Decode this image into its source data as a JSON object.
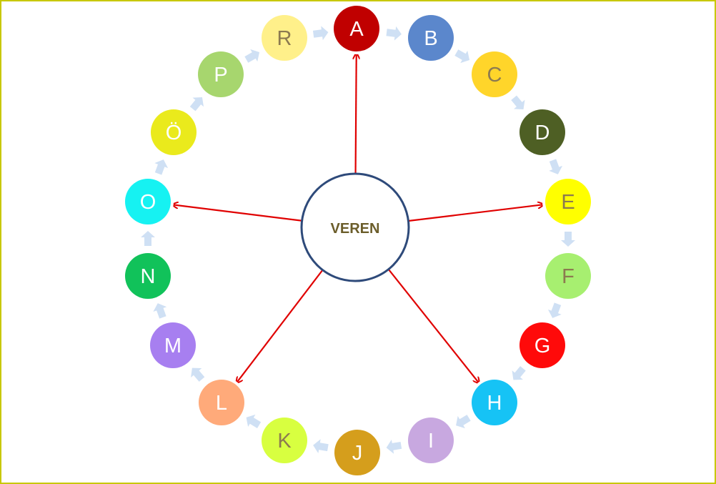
{
  "center": {
    "label": "VEREN",
    "text_color": "#6b5d2a",
    "ring_color": "#2e4a7a"
  },
  "nodes": [
    {
      "label": "A",
      "fill": "#c00000",
      "text_color": "#ffffff"
    },
    {
      "label": "B",
      "fill": "#5b87cc",
      "text_color": "#ffffff"
    },
    {
      "label": "C",
      "fill": "#ffd52a",
      "text_color": "#8c7a50"
    },
    {
      "label": "D",
      "fill": "#4e5f24",
      "text_color": "#ffffff"
    },
    {
      "label": "E",
      "fill": "#ffff00",
      "text_color": "#8c7a50"
    },
    {
      "label": "F",
      "fill": "#a7ef70",
      "text_color": "#8c7a50"
    },
    {
      "label": "G",
      "fill": "#ff0a0a",
      "text_color": "#ffffff"
    },
    {
      "label": "H",
      "fill": "#16c3f5",
      "text_color": "#ffffff"
    },
    {
      "label": "I",
      "fill": "#c8a8e0",
      "text_color": "#ffffff"
    },
    {
      "label": "J",
      "fill": "#d59e1c",
      "text_color": "#ffffff"
    },
    {
      "label": "K",
      "fill": "#d8ff40",
      "text_color": "#8c7a50"
    },
    {
      "label": "L",
      "fill": "#ffaa7a",
      "text_color": "#ffffff"
    },
    {
      "label": "M",
      "fill": "#a77ff0",
      "text_color": "#ffffff"
    },
    {
      "label": "N",
      "fill": "#11c25a",
      "text_color": "#ffffff"
    },
    {
      "label": "O",
      "fill": "#16f2f2",
      "text_color": "#ffffff"
    },
    {
      "label": "Ö",
      "fill": "#eaea1c",
      "text_color": "#ffffff"
    },
    {
      "label": "P",
      "fill": "#a7d66e",
      "text_color": "#ffffff"
    },
    {
      "label": "R",
      "fill": "#fff08a",
      "text_color": "#8c7a50"
    }
  ],
  "connections": [
    "A",
    "E",
    "H",
    "L",
    "O"
  ],
  "colors": {
    "connector": "#e00000",
    "flow_arrow": "#cfe0f4",
    "border": "#c8c800"
  }
}
